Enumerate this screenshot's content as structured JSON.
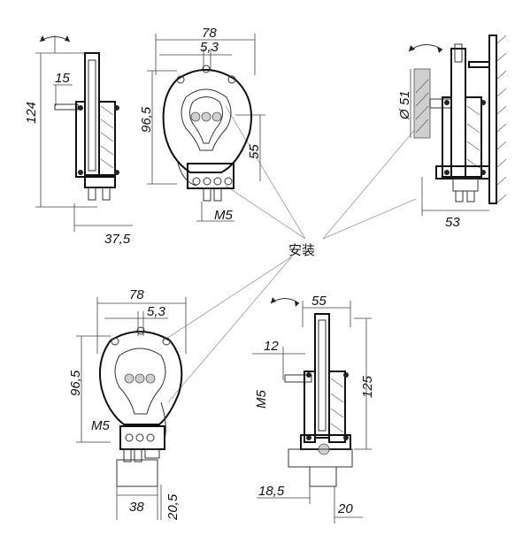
{
  "center_label": "安装",
  "views": {
    "top_left_side": {
      "dim_height": "124",
      "dim_shaft": "15",
      "dim_bottom": "37,5"
    },
    "top_center_front": {
      "dim_width": "78",
      "dim_offset": "5,3",
      "dim_height": "96,5",
      "dim_center": "55",
      "dim_thread": "M5"
    },
    "top_right_side": {
      "dim_diameter": "Ø 51",
      "dim_width": "53"
    },
    "bottom_left_front": {
      "dim_width": "78",
      "dim_offset": "5,3",
      "dim_height": "96,5",
      "dim_thread": "M5",
      "dim_base": "38",
      "dim_base_height": "20,5"
    },
    "bottom_right_side": {
      "dim_width": "55",
      "dim_shaft": "12",
      "dim_thread": "M5",
      "dim_height": "125",
      "dim_left": "18,5",
      "dim_right": "20"
    }
  },
  "icons": {
    "rotation": "rotation-arrow-icon"
  }
}
